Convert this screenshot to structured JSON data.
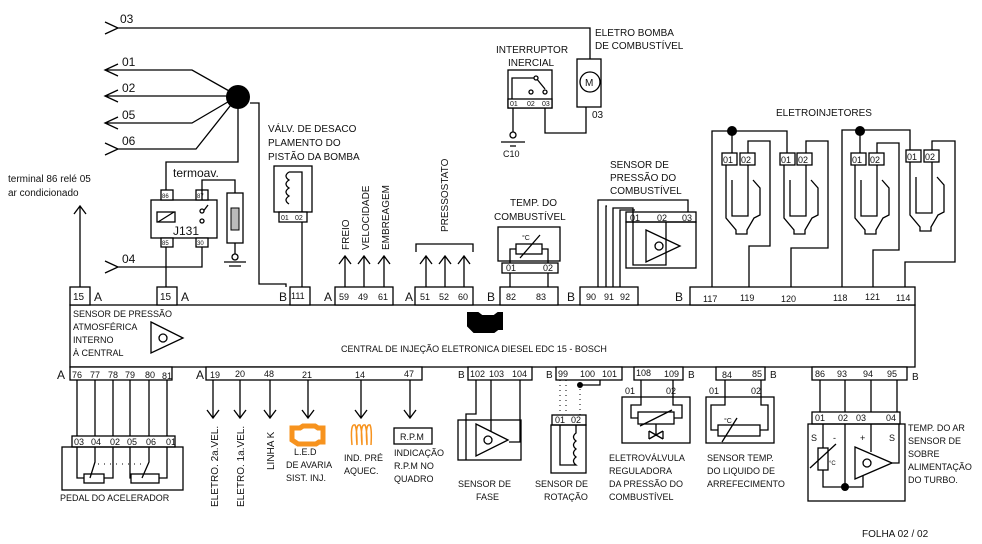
{
  "wires_left": {
    "w03": "03",
    "w01": "01",
    "w02": "02",
    "w05": "05",
    "w06": "06",
    "w04": "04"
  },
  "ac_relay_note": [
    "terminal 86 relé 05",
    "ar condicionado"
  ],
  "relay": {
    "title": "termoav.",
    "id": "J131",
    "pins": [
      "86",
      "87",
      "85",
      "30"
    ]
  },
  "valve_decouple": {
    "label": [
      "VÁLV. DE DESACO",
      "PLAMENTO DO",
      "PISTÃO DA BOMBA"
    ],
    "pins": [
      "01",
      "02"
    ]
  },
  "inputs_a": [
    "FREIO",
    "VELOCIDADE",
    "EMBREAGEM"
  ],
  "pressostato": "PRESSOSTATO",
  "inertia_switch": {
    "label": [
      "INTERRUPTOR",
      "INERCIAL"
    ],
    "pins": [
      "01",
      "02",
      "03"
    ],
    "ground": "C10"
  },
  "fuel_pump": {
    "label": [
      "ELETRO BOMBA",
      "DE COMBUSTÍVEL"
    ],
    "symbol": "M",
    "pin": "03"
  },
  "fuel_temp": {
    "label": [
      "TEMP. DO",
      "COMBUSTÍVEL"
    ],
    "unit": "°C",
    "pins": [
      "01",
      "02"
    ]
  },
  "fuel_pressure": {
    "label": [
      "SENSOR DE",
      "PRESSÃO DO",
      "COMBUSTÍVEL"
    ],
    "pins": [
      "01",
      "02",
      "03"
    ]
  },
  "injectors": {
    "label": "ELETROINJETORES",
    "pins": [
      "01",
      "02"
    ]
  },
  "ecu": {
    "top_connectors": [
      {
        "side": "A",
        "pins": "15"
      },
      {
        "side": "A",
        "pins": "15"
      },
      {
        "side": "B",
        "pins": "111"
      },
      {
        "side": "A",
        "pins": [
          "59",
          "49",
          "61"
        ]
      },
      {
        "side": "A",
        "pins": [
          "51",
          "52",
          "60"
        ]
      },
      {
        "side": "B",
        "pins": [
          "82",
          "83"
        ]
      },
      {
        "side": "B",
        "pins": [
          "90",
          "91",
          "92"
        ]
      },
      {
        "side": "B",
        "pins": [
          "117",
          "119",
          "120",
          "118",
          "121",
          "114"
        ]
      }
    ],
    "internal_sensor": [
      "SENSOR DE PRESSÃO",
      "ATMOSFÉRICA",
      "INTERNO",
      "À  CENTRAL"
    ],
    "title": "CENTRAL DE INJEÇÃO ELETRONICA DIESEL EDC 15 - BOSCH",
    "bottom_connectors": [
      {
        "side": "A",
        "pins": [
          "76",
          "77",
          "78",
          "79",
          "80",
          "81"
        ]
      },
      {
        "side": "A",
        "pins": [
          "19",
          "20",
          "48",
          "21",
          "14",
          "47"
        ]
      },
      {
        "side": "B",
        "pins": [
          "102",
          "103",
          "104"
        ]
      },
      {
        "side": "B",
        "pins": [
          "99",
          "100",
          "101"
        ]
      },
      {
        "side": "B",
        "pins": [
          "108",
          "109"
        ]
      },
      {
        "side": "B",
        "pins": [
          "84",
          "85"
        ]
      },
      {
        "side": "B",
        "pins": [
          "86",
          "93",
          "94",
          "95"
        ]
      }
    ]
  },
  "pedal": {
    "label": "PEDAL   DO  ACELERADOR",
    "pins": [
      "03",
      "04",
      "02",
      "05",
      "06",
      "01"
    ]
  },
  "outputs": {
    "fan2": "ELETRO. 2a.VEL.",
    "fan1": "ELETRO. 1a.VEL.",
    "kline": "LINHA K",
    "led": [
      "L.E.D",
      "DE AVARIA",
      "SIST. INJ."
    ],
    "preheat": [
      "IND. PRÉ",
      "AQUEC."
    ],
    "rpm_box": "R.P.M",
    "rpm": [
      "INDICAÇÃO",
      "R.P.M  NO",
      "QUADRO"
    ]
  },
  "phase_sensor": [
    "SENSOR  DE",
    "FASE"
  ],
  "rotation_sensor": {
    "label": [
      "SENSOR  DE",
      "ROTAÇÃO"
    ],
    "pins": [
      "01",
      "02"
    ]
  },
  "pressure_valve": {
    "label": [
      "ELETROVÁLVULA",
      "REGULADORA",
      "DA PRESSÃO DO",
      "COMBUSTÍVEL"
    ],
    "pins": [
      "01",
      "02"
    ]
  },
  "coolant_sensor": {
    "label": [
      "SENSOR TEMP.",
      "DO LIQUIDO  DE",
      "ARREFECIMENTO"
    ],
    "unit": "°C",
    "pins": [
      "01",
      "02"
    ]
  },
  "turbo_sensor": {
    "label": [
      "TEMP. DO AR",
      "SENSOR DE",
      "SOBRE",
      "ALIMENTAÇÃO",
      "DO TURBO."
    ],
    "pins": [
      "01",
      "02",
      "03",
      "04"
    ],
    "marks": [
      "S",
      "-",
      "+",
      "S"
    ],
    "unit": "°C"
  },
  "sheet": "FOLHA  02 / 02",
  "colors": {
    "warning_icon": "#f7931e",
    "line": "#000000"
  }
}
